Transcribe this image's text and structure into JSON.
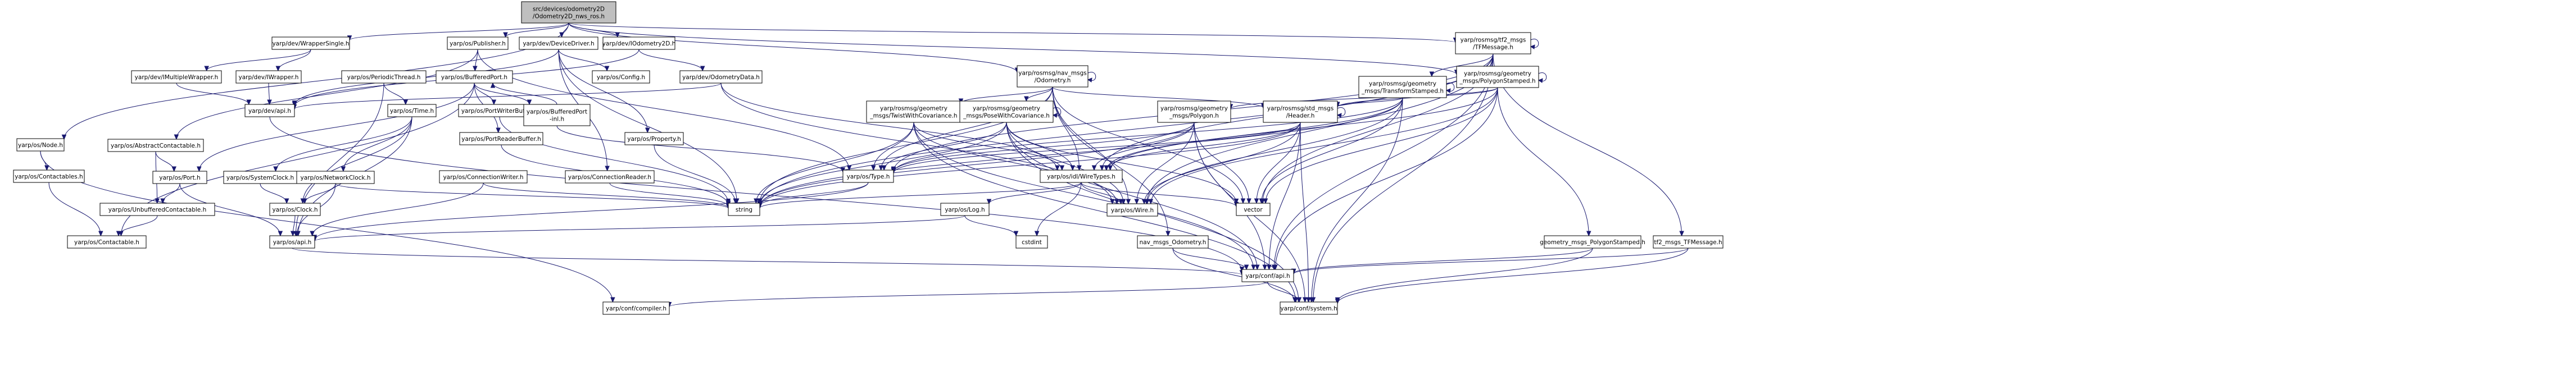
{
  "colors": {
    "root_fill": "#bfbfbf",
    "node_fill": "#ffffff",
    "text_normal": "#000000",
    "text_truncated": "#ff0000",
    "edge_main": "#191970",
    "edge_self": "#191970"
  },
  "diagram": {
    "nodes": [
      {
        "id": "root",
        "lines": [
          "src/devices/odometry2D",
          "/Odometry2D_nws_ros.h"
        ],
        "kind": "root"
      },
      {
        "id": "WrapperSingle",
        "lines": [
          "yarp/dev/WrapperSingle.h"
        ],
        "kind": "normal"
      },
      {
        "id": "Publisher",
        "lines": [
          "yarp/os/Publisher.h"
        ],
        "kind": "normal"
      },
      {
        "id": "DeviceDriver",
        "lines": [
          "yarp/dev/DeviceDriver.h"
        ],
        "kind": "normal"
      },
      {
        "id": "IOdometry2D",
        "lines": [
          "yarp/dev/IOdometry2D.h"
        ],
        "kind": "normal"
      },
      {
        "id": "tf2TFMessage",
        "lines": [
          "yarp/rosmsg/tf2_msgs",
          "/TFMessage.h"
        ],
        "kind": "normal"
      },
      {
        "id": "Node",
        "lines": [
          "yarp/os/Node.h"
        ],
        "kind": "normal"
      },
      {
        "id": "IMultipleWrapper",
        "lines": [
          "yarp/dev/IMultipleWrapper.h"
        ],
        "kind": "truncated"
      },
      {
        "id": "IWrapper",
        "lines": [
          "yarp/dev/IWrapper.h"
        ],
        "kind": "truncated"
      },
      {
        "id": "PeriodicThread",
        "lines": [
          "yarp/os/PeriodicThread.h"
        ],
        "kind": "normal"
      },
      {
        "id": "BufferedPort",
        "lines": [
          "yarp/os/BufferedPort.h"
        ],
        "kind": "normal"
      },
      {
        "id": "Config",
        "lines": [
          "yarp/os/Config.h"
        ],
        "kind": "truncated"
      },
      {
        "id": "OdometryData",
        "lines": [
          "yarp/dev/OdometryData.h"
        ],
        "kind": "normal"
      },
      {
        "id": "navOdometry",
        "lines": [
          "yarp/rosmsg/nav_msgs",
          "/Odometry.h"
        ],
        "kind": "normal"
      },
      {
        "id": "TransformStamped",
        "lines": [
          "yarp/rosmsg/geometry",
          "_msgs/TransformStamped.h"
        ],
        "kind": "truncated"
      },
      {
        "id": "PolygonStamped",
        "lines": [
          "yarp/rosmsg/geometry",
          "_msgs/PolygonStamped.h"
        ],
        "kind": "normal"
      },
      {
        "id": "devApi",
        "lines": [
          "yarp/dev/api.h"
        ],
        "kind": "normal"
      },
      {
        "id": "Time",
        "lines": [
          "yarp/os/Time.h"
        ],
        "kind": "normal"
      },
      {
        "id": "PortWriterBuffer",
        "lines": [
          "yarp/os/PortWriterBuffer.h"
        ],
        "kind": "truncated"
      },
      {
        "id": "PortReaderBuffer",
        "lines": [
          "yarp/os/PortReaderBuffer.h"
        ],
        "kind": "truncated"
      },
      {
        "id": "BufferedPortInl",
        "lines": [
          "yarp/os/BufferedPort",
          "-inl.h"
        ],
        "kind": "normal"
      },
      {
        "id": "TwistWithCovariance",
        "lines": [
          "yarp/rosmsg/geometry",
          "_msgs/TwistWithCovariance.h"
        ],
        "kind": "truncated"
      },
      {
        "id": "PoseWithCovariance",
        "lines": [
          "yarp/rosmsg/geometry",
          "_msgs/PoseWithCovariance.h"
        ],
        "kind": "truncated"
      },
      {
        "id": "Polygon",
        "lines": [
          "yarp/rosmsg/geometry",
          "_msgs/Polygon.h"
        ],
        "kind": "truncated"
      },
      {
        "id": "stdHeader",
        "lines": [
          "yarp/rosmsg/std_msgs",
          "/Header.h"
        ],
        "kind": "truncated"
      },
      {
        "id": "AbstractContactable",
        "lines": [
          "yarp/os/AbstractContactable.h"
        ],
        "kind": "normal"
      },
      {
        "id": "Port",
        "lines": [
          "yarp/os/Port.h"
        ],
        "kind": "truncated"
      },
      {
        "id": "SystemClock",
        "lines": [
          "yarp/os/SystemClock.h"
        ],
        "kind": "normal"
      },
      {
        "id": "NetworkClock",
        "lines": [
          "yarp/os/NetworkClock.h"
        ],
        "kind": "normal"
      },
      {
        "id": "ConnectionWriter",
        "lines": [
          "yarp/os/ConnectionWriter.h"
        ],
        "kind": "truncated"
      },
      {
        "id": "ConnectionReader",
        "lines": [
          "yarp/os/ConnectionReader.h"
        ],
        "kind": "truncated"
      },
      {
        "id": "Property",
        "lines": [
          "yarp/os/Property.h"
        ],
        "kind": "truncated"
      },
      {
        "id": "Type",
        "lines": [
          "yarp/os/Type.h"
        ],
        "kind": "normal"
      },
      {
        "id": "idlWireTypes",
        "lines": [
          "yarp/os/idl/WireTypes.h"
        ],
        "kind": "truncated"
      },
      {
        "id": "Contactables",
        "lines": [
          "yarp/os/Contactables.h"
        ],
        "kind": "normal"
      },
      {
        "id": "UnbufferedContactable",
        "lines": [
          "yarp/os/UnbufferedContactable.h"
        ],
        "kind": "normal"
      },
      {
        "id": "Clock",
        "lines": [
          "yarp/os/Clock.h"
        ],
        "kind": "normal"
      },
      {
        "id": "string",
        "lines": [
          "string"
        ],
        "kind": "normal"
      },
      {
        "id": "vector",
        "lines": [
          "vector"
        ],
        "kind": "normal"
      },
      {
        "id": "Wire",
        "lines": [
          "yarp/os/Wire.h"
        ],
        "kind": "truncated"
      },
      {
        "id": "Log",
        "lines": [
          "yarp/os/Log.h"
        ],
        "kind": "truncated"
      },
      {
        "id": "cstdint",
        "lines": [
          "cstdint"
        ],
        "kind": "normal"
      },
      {
        "id": "Contactable",
        "lines": [
          "yarp/os/Contactable.h"
        ],
        "kind": "truncated"
      },
      {
        "id": "osApi",
        "lines": [
          "yarp/os/api.h"
        ],
        "kind": "normal"
      },
      {
        "id": "navMsgsOdometry",
        "lines": [
          "nav_msgs_Odometry.h"
        ],
        "kind": "truncated"
      },
      {
        "id": "geomPolygonStamped",
        "lines": [
          "geometry_msgs_PolygonStamped.h"
        ],
        "kind": "truncated"
      },
      {
        "id": "tf2MsgsTFMessage",
        "lines": [
          "tf2_msgs_TFMessage.h"
        ],
        "kind": "truncated"
      },
      {
        "id": "confApi",
        "lines": [
          "yarp/conf/api.h"
        ],
        "kind": "normal"
      },
      {
        "id": "confCompiler",
        "lines": [
          "yarp/conf/compiler.h"
        ],
        "kind": "normal"
      },
      {
        "id": "confSystem",
        "lines": [
          "yarp/conf/system.h"
        ],
        "kind": "normal"
      }
    ],
    "edges": [
      [
        "root",
        "WrapperSingle"
      ],
      [
        "root",
        "Publisher"
      ],
      [
        "root",
        "DeviceDriver"
      ],
      [
        "root",
        "IOdometry2D"
      ],
      [
        "root",
        "tf2TFMessage"
      ],
      [
        "root",
        "Node"
      ],
      [
        "root",
        "navOdometry"
      ],
      [
        "root",
        "PolygonStamped"
      ],
      [
        "WrapperSingle",
        "IMultipleWrapper"
      ],
      [
        "WrapperSingle",
        "IWrapper"
      ],
      [
        "IMultipleWrapper",
        "devApi"
      ],
      [
        "IWrapper",
        "devApi"
      ],
      [
        "Publisher",
        "AbstractContactable"
      ],
      [
        "Publisher",
        "BufferedPort"
      ],
      [
        "Publisher",
        "Type"
      ],
      [
        "DeviceDriver",
        "devApi"
      ],
      [
        "DeviceDriver",
        "Config"
      ],
      [
        "DeviceDriver",
        "Property"
      ],
      [
        "DeviceDriver",
        "ConnectionReader"
      ],
      [
        "DeviceDriver",
        "string"
      ],
      [
        "IOdometry2D",
        "OdometryData"
      ],
      [
        "IOdometry2D",
        "devApi"
      ],
      [
        "OdometryData",
        "devApi"
      ],
      [
        "OdometryData",
        "Wire"
      ],
      [
        "OdometryData",
        "idlWireTypes"
      ],
      [
        "PeriodicThread",
        "Time"
      ],
      [
        "PeriodicThread",
        "osApi"
      ],
      [
        "BufferedPort",
        "PortWriterBuffer"
      ],
      [
        "BufferedPort",
        "PortReaderBuffer"
      ],
      [
        "BufferedPort",
        "BufferedPortInl"
      ],
      [
        "BufferedPort",
        "Port"
      ],
      [
        "BufferedPort",
        "Contactable"
      ],
      [
        "BufferedPortInl",
        "BufferedPort"
      ],
      [
        "BufferedPortInl",
        "Type"
      ],
      [
        "PortReaderBuffer",
        "string"
      ],
      [
        "PortWriterBuffer",
        "string"
      ],
      [
        "Time",
        "SystemClock"
      ],
      [
        "Time",
        "NetworkClock"
      ],
      [
        "Time",
        "Clock"
      ],
      [
        "Time",
        "osApi"
      ],
      [
        "SystemClock",
        "Clock"
      ],
      [
        "NetworkClock",
        "Clock"
      ],
      [
        "NetworkClock",
        "osApi"
      ],
      [
        "NetworkClock",
        "string"
      ],
      [
        "Clock",
        "osApi"
      ],
      [
        "AbstractContactable",
        "Port"
      ],
      [
        "AbstractContactable",
        "UnbufferedContactable"
      ],
      [
        "Port",
        "UnbufferedContactable"
      ],
      [
        "Port",
        "osApi"
      ],
      [
        "UnbufferedContactable",
        "Contactable"
      ],
      [
        "Node",
        "Contactables"
      ],
      [
        "Node",
        "confCompiler"
      ],
      [
        "Contactables",
        "Contactable"
      ],
      [
        "ConnectionWriter",
        "osApi"
      ],
      [
        "ConnectionWriter",
        "string"
      ],
      [
        "ConnectionReader",
        "string"
      ],
      [
        "Property",
        "string"
      ],
      [
        "Type",
        "string"
      ],
      [
        "Type",
        "osApi"
      ],
      [
        "navOdometry",
        "navOdometry"
      ],
      [
        "navOdometry",
        "TwistWithCovariance"
      ],
      [
        "navOdometry",
        "PoseWithCovariance"
      ],
      [
        "navOdometry",
        "stdHeader"
      ],
      [
        "navOdometry",
        "idlWireTypes"
      ],
      [
        "navOdometry",
        "Wire"
      ],
      [
        "navOdometry",
        "string"
      ],
      [
        "navOdometry",
        "Type"
      ],
      [
        "navOdometry",
        "vector"
      ],
      [
        "navOdometry",
        "navMsgsOdometry"
      ],
      [
        "TwistWithCovariance",
        "TwistWithCovariance"
      ],
      [
        "TwistWithCovariance",
        "idlWireTypes"
      ],
      [
        "TwistWithCovariance",
        "Wire"
      ],
      [
        "TwistWithCovariance",
        "string"
      ],
      [
        "TwistWithCovariance",
        "Type"
      ],
      [
        "TwistWithCovariance",
        "confApi"
      ],
      [
        "TwistWithCovariance",
        "confSystem"
      ],
      [
        "PoseWithCovariance",
        "PoseWithCovariance"
      ],
      [
        "PoseWithCovariance",
        "idlWireTypes"
      ],
      [
        "PoseWithCovariance",
        "Wire"
      ],
      [
        "PoseWithCovariance",
        "string"
      ],
      [
        "PoseWithCovariance",
        "Type"
      ],
      [
        "PoseWithCovariance",
        "vector"
      ],
      [
        "PoseWithCovariance",
        "confApi"
      ],
      [
        "PoseWithCovariance",
        "confSystem"
      ],
      [
        "stdHeader",
        "stdHeader"
      ],
      [
        "stdHeader",
        "idlWireTypes"
      ],
      [
        "stdHeader",
        "Wire"
      ],
      [
        "stdHeader",
        "string"
      ],
      [
        "stdHeader",
        "Type"
      ],
      [
        "stdHeader",
        "vector"
      ],
      [
        "stdHeader",
        "confApi"
      ],
      [
        "stdHeader",
        "confSystem"
      ],
      [
        "Polygon",
        "idlWireTypes"
      ],
      [
        "Polygon",
        "Wire"
      ],
      [
        "Polygon",
        "string"
      ],
      [
        "Polygon",
        "Type"
      ],
      [
        "Polygon",
        "vector"
      ],
      [
        "Polygon",
        "confApi"
      ],
      [
        "Polygon",
        "confSystem"
      ],
      [
        "TransformStamped",
        "TransformStamped"
      ],
      [
        "TransformStamped",
        "stdHeader"
      ],
      [
        "TransformStamped",
        "idlWireTypes"
      ],
      [
        "TransformStamped",
        "Wire"
      ],
      [
        "TransformStamped",
        "string"
      ],
      [
        "TransformStamped",
        "Type"
      ],
      [
        "TransformStamped",
        "vector"
      ],
      [
        "TransformStamped",
        "confSystem"
      ],
      [
        "PolygonStamped",
        "PolygonStamped"
      ],
      [
        "PolygonStamped",
        "Polygon"
      ],
      [
        "PolygonStamped",
        "stdHeader"
      ],
      [
        "PolygonStamped",
        "idlWireTypes"
      ],
      [
        "PolygonStamped",
        "Wire"
      ],
      [
        "PolygonStamped",
        "vector"
      ],
      [
        "PolygonStamped",
        "geomPolygonStamped"
      ],
      [
        "PolygonStamped",
        "confApi"
      ],
      [
        "tf2TFMessage",
        "tf2TFMessage"
      ],
      [
        "tf2TFMessage",
        "TransformStamped"
      ],
      [
        "tf2TFMessage",
        "Wire"
      ],
      [
        "tf2TFMessage",
        "idlWireTypes"
      ],
      [
        "tf2TFMessage",
        "string"
      ],
      [
        "tf2TFMessage",
        "vector"
      ],
      [
        "tf2TFMessage",
        "Type"
      ],
      [
        "tf2TFMessage",
        "tf2MsgsTFMessage"
      ],
      [
        "tf2TFMessage",
        "confApi"
      ],
      [
        "tf2TFMessage",
        "confSystem"
      ],
      [
        "idlWireTypes",
        "Log"
      ],
      [
        "idlWireTypes",
        "cstdint"
      ],
      [
        "idlWireTypes",
        "Wire"
      ],
      [
        "idlWireTypes",
        "string"
      ],
      [
        "idlWireTypes",
        "vector"
      ],
      [
        "Log",
        "osApi"
      ],
      [
        "Log",
        "cstdint"
      ],
      [
        "osApi",
        "confApi"
      ],
      [
        "navMsgsOdometry",
        "confApi"
      ],
      [
        "navMsgsOdometry",
        "confSystem"
      ],
      [
        "geomPolygonStamped",
        "confApi"
      ],
      [
        "geomPolygonStamped",
        "confSystem"
      ],
      [
        "tf2MsgsTFMessage",
        "confApi"
      ],
      [
        "tf2MsgsTFMessage",
        "confSystem"
      ],
      [
        "confApi",
        "confCompiler"
      ],
      [
        "confApi",
        "confSystem"
      ],
      [
        "devApi",
        "confApi"
      ]
    ]
  }
}
